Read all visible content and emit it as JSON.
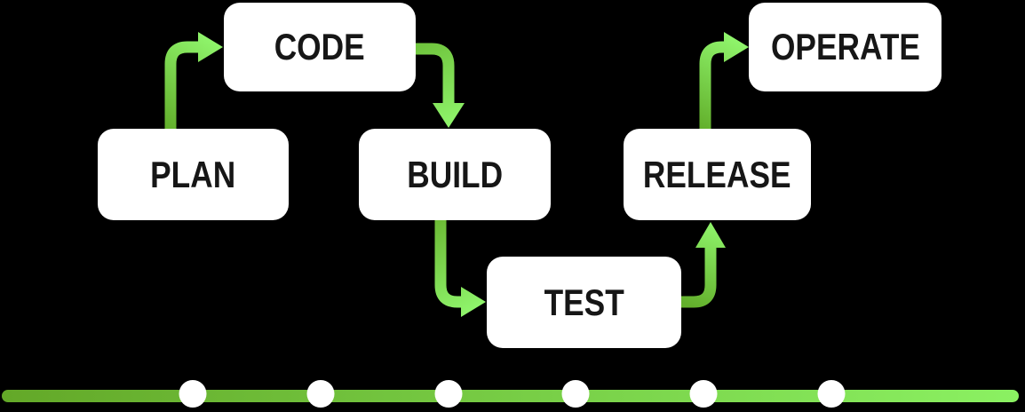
{
  "diagram": {
    "background_color": "#000000",
    "box_fill": "#FFFFFF",
    "box_text_color": "#161616",
    "arrow_gradient": {
      "start": "#63B02C",
      "end": "#8FF46B"
    },
    "stages": [
      {
        "id": "plan",
        "label": "PLAN"
      },
      {
        "id": "code",
        "label": "CODE"
      },
      {
        "id": "build",
        "label": "BUILD"
      },
      {
        "id": "test",
        "label": "TEST"
      },
      {
        "id": "release",
        "label": "RELEASE"
      },
      {
        "id": "operate",
        "label": "OPERATE"
      }
    ],
    "arrows": [
      {
        "from": "PLAN",
        "to": "CODE"
      },
      {
        "from": "CODE",
        "to": "BUILD"
      },
      {
        "from": "BUILD",
        "to": "TEST"
      },
      {
        "from": "TEST",
        "to": "RELEASE"
      },
      {
        "from": "RELEASE",
        "to": "OPERATE"
      }
    ],
    "timeline": {
      "dot_count": 6,
      "dot_color": "#FFFFFF",
      "gradient": {
        "start": "#63A828",
        "end": "#8BF162"
      }
    }
  }
}
